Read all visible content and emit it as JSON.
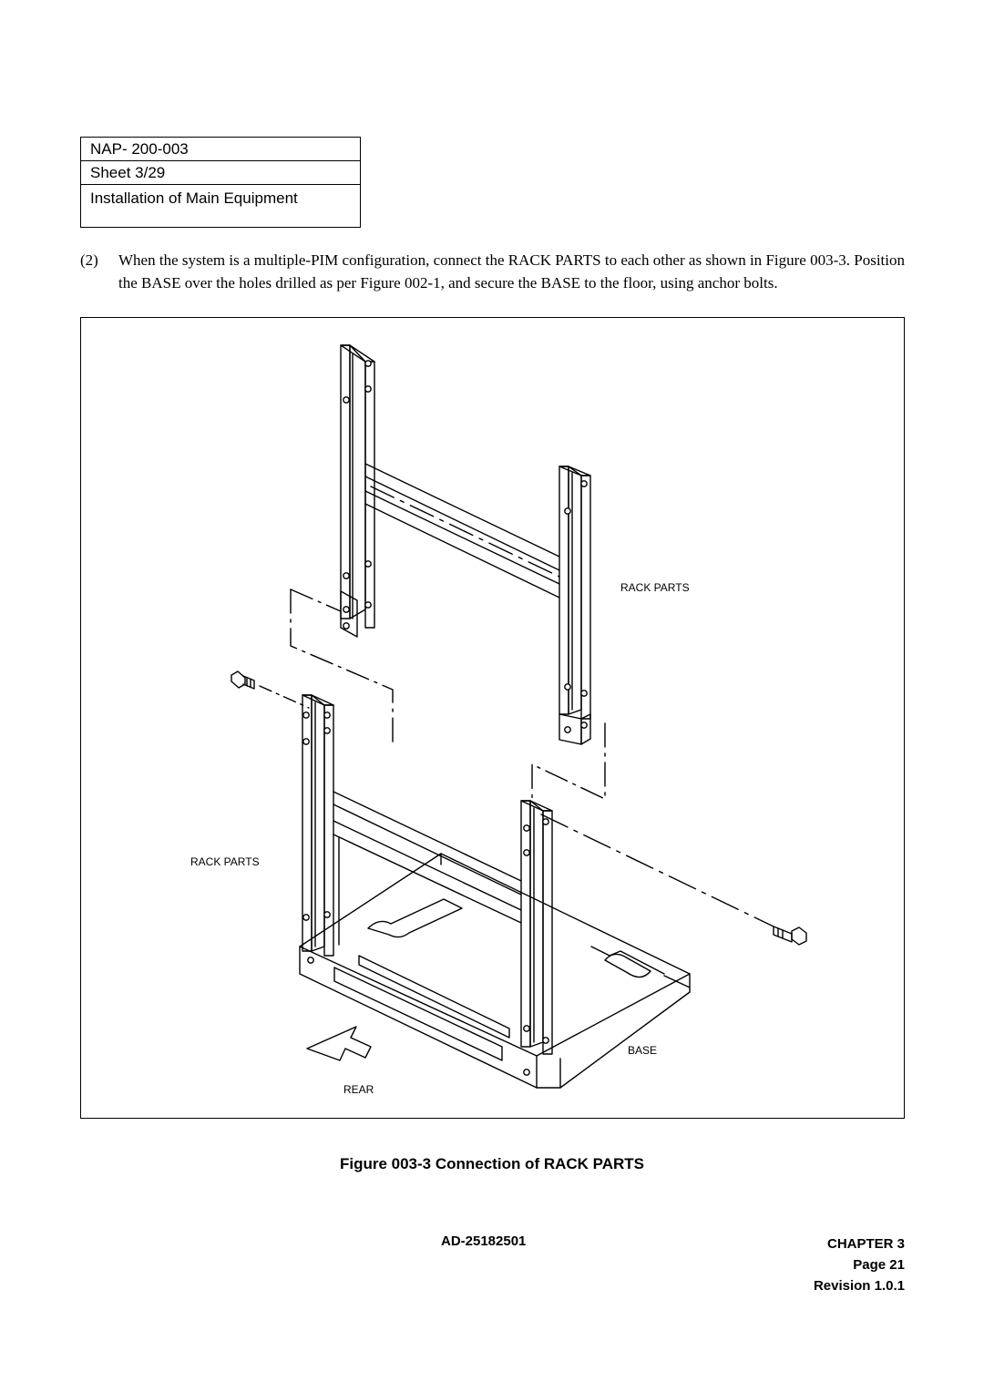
{
  "header_box": {
    "doc_number": "NAP- 200-003",
    "sheet": "Sheet  3/29",
    "title": "Installation of Main Equipment"
  },
  "paragraph": {
    "number": "(2)",
    "text": "When the system is a multiple-PIM configuration, connect the RACK PARTS to each other as shown in Figure 003-3.  Position the BASE  over the holes drilled as per Figure 002-1, and secure the BASE to the floor, using anchor bolts."
  },
  "figure": {
    "labels": {
      "rack_parts_upper": "RACK PARTS",
      "rack_parts_lower": "RACK PARTS",
      "base": "BASE",
      "rear": "REAR"
    },
    "caption": "Figure 003-3  Connection of RACK PARTS"
  },
  "footer": {
    "doc_id": "AD-25182501",
    "chapter": "CHAPTER 3",
    "page": "Page 21",
    "revision": "Revision 1.0.1"
  }
}
